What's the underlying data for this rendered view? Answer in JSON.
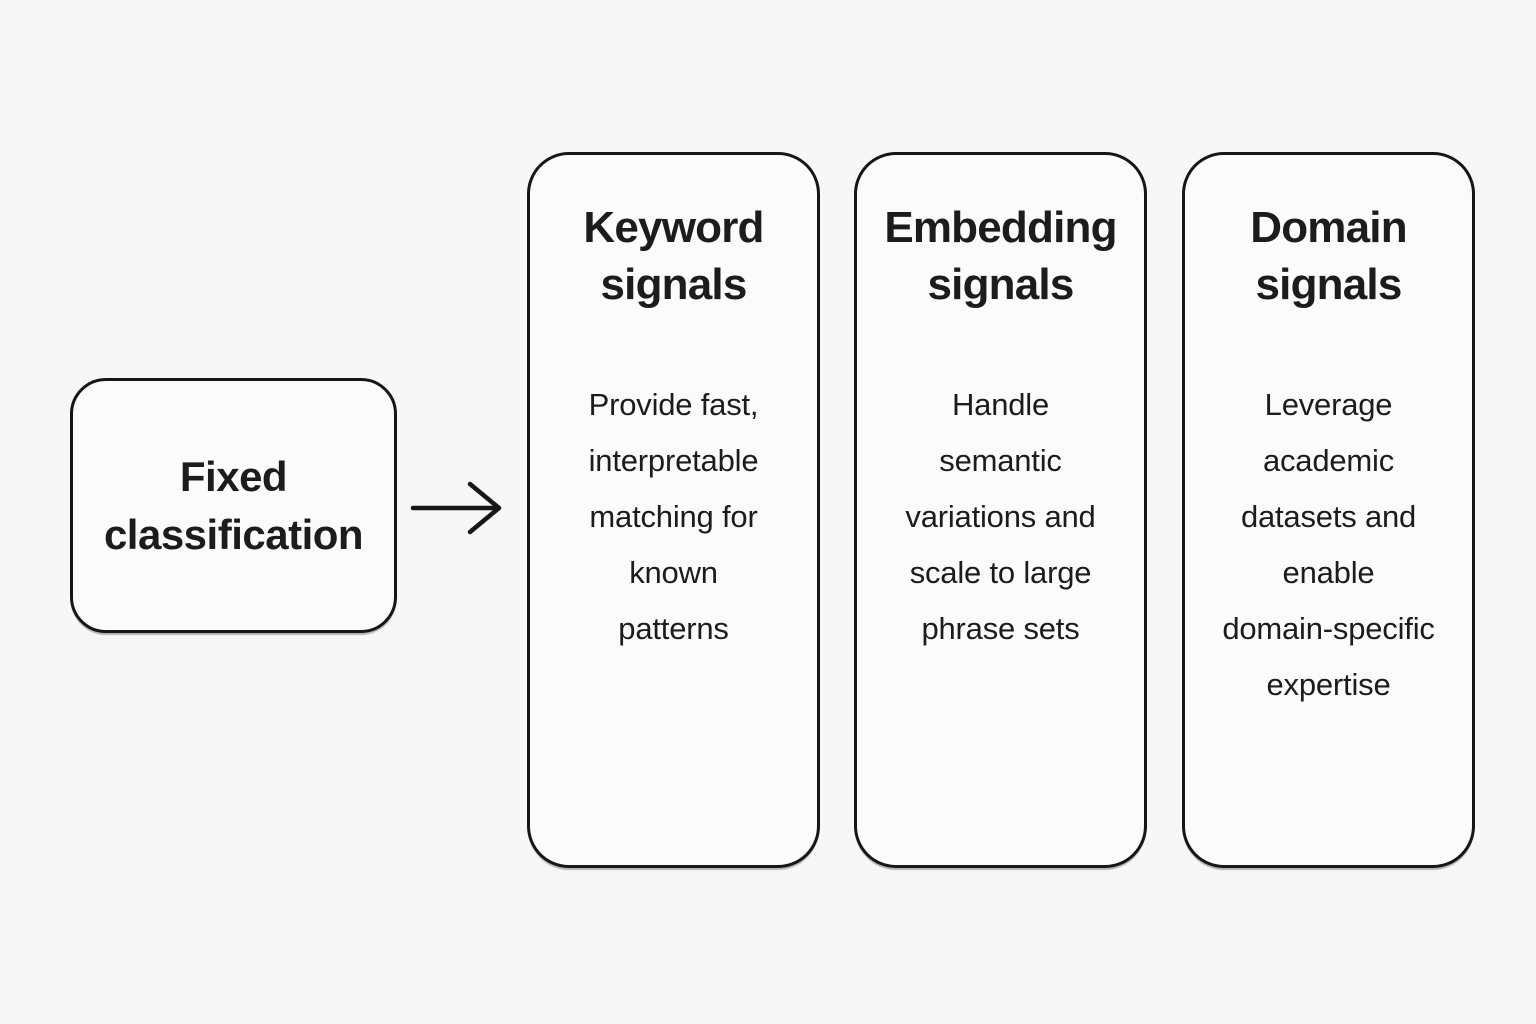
{
  "canvas": {
    "background_color": "#f7f7f7",
    "box_fill_color": "#fbfbfb",
    "border_color": "#161616",
    "text_color": "#1c1c1e"
  },
  "source": {
    "label": "Fixed\nclassification"
  },
  "arrow": {
    "direction": "right"
  },
  "columns": [
    {
      "title": "Keyword\nsignals",
      "body": "Provide fast,\ninterpretable\nmatching for\nknown\npatterns"
    },
    {
      "title": "Embedding\nsignals",
      "body": "Handle\nsemantic\nvariations and\nscale to large\nphrase sets"
    },
    {
      "title": "Domain\nsignals",
      "body": "Leverage\nacademic\ndatasets and\nenable\ndomain-specific\nexpertise"
    }
  ]
}
